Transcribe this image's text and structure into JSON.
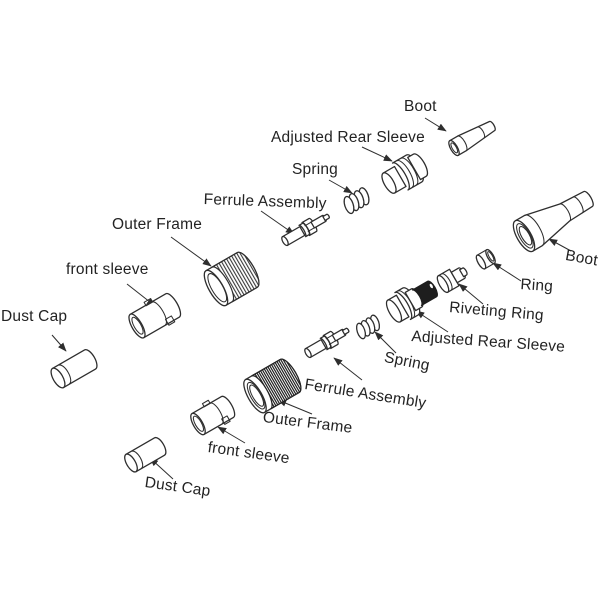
{
  "figure": {
    "background_color": "#ffffff",
    "line_color": "#2e2e2e",
    "text_color": "#232323",
    "black_fill_color": "#1e1e1e"
  },
  "labels": {
    "top_dust_cap": "Dust Cap",
    "top_front_sleeve": "front sleeve",
    "top_outer_frame": "Outer Frame",
    "top_ferrule_assembly": "Ferrule Assembly",
    "top_spring": "Spring",
    "top_adjusted_rear_sleeve": "Adjusted Rear Sleeve",
    "top_boot": "Boot",
    "bottom_dust_cap": "Dust Cap",
    "bottom_front_sleeve": "front sleeve",
    "bottom_outer_frame": "Outer Frame",
    "bottom_ferrule_assembly": "Ferrule Assembly",
    "bottom_spring": "Spring",
    "bottom_adjusted_rear_sleeve": "Adjusted Rear Sleeve",
    "bottom_riveting_ring": "Riveting Ring",
    "bottom_ring": "Ring",
    "bottom_boot": "Boot"
  }
}
